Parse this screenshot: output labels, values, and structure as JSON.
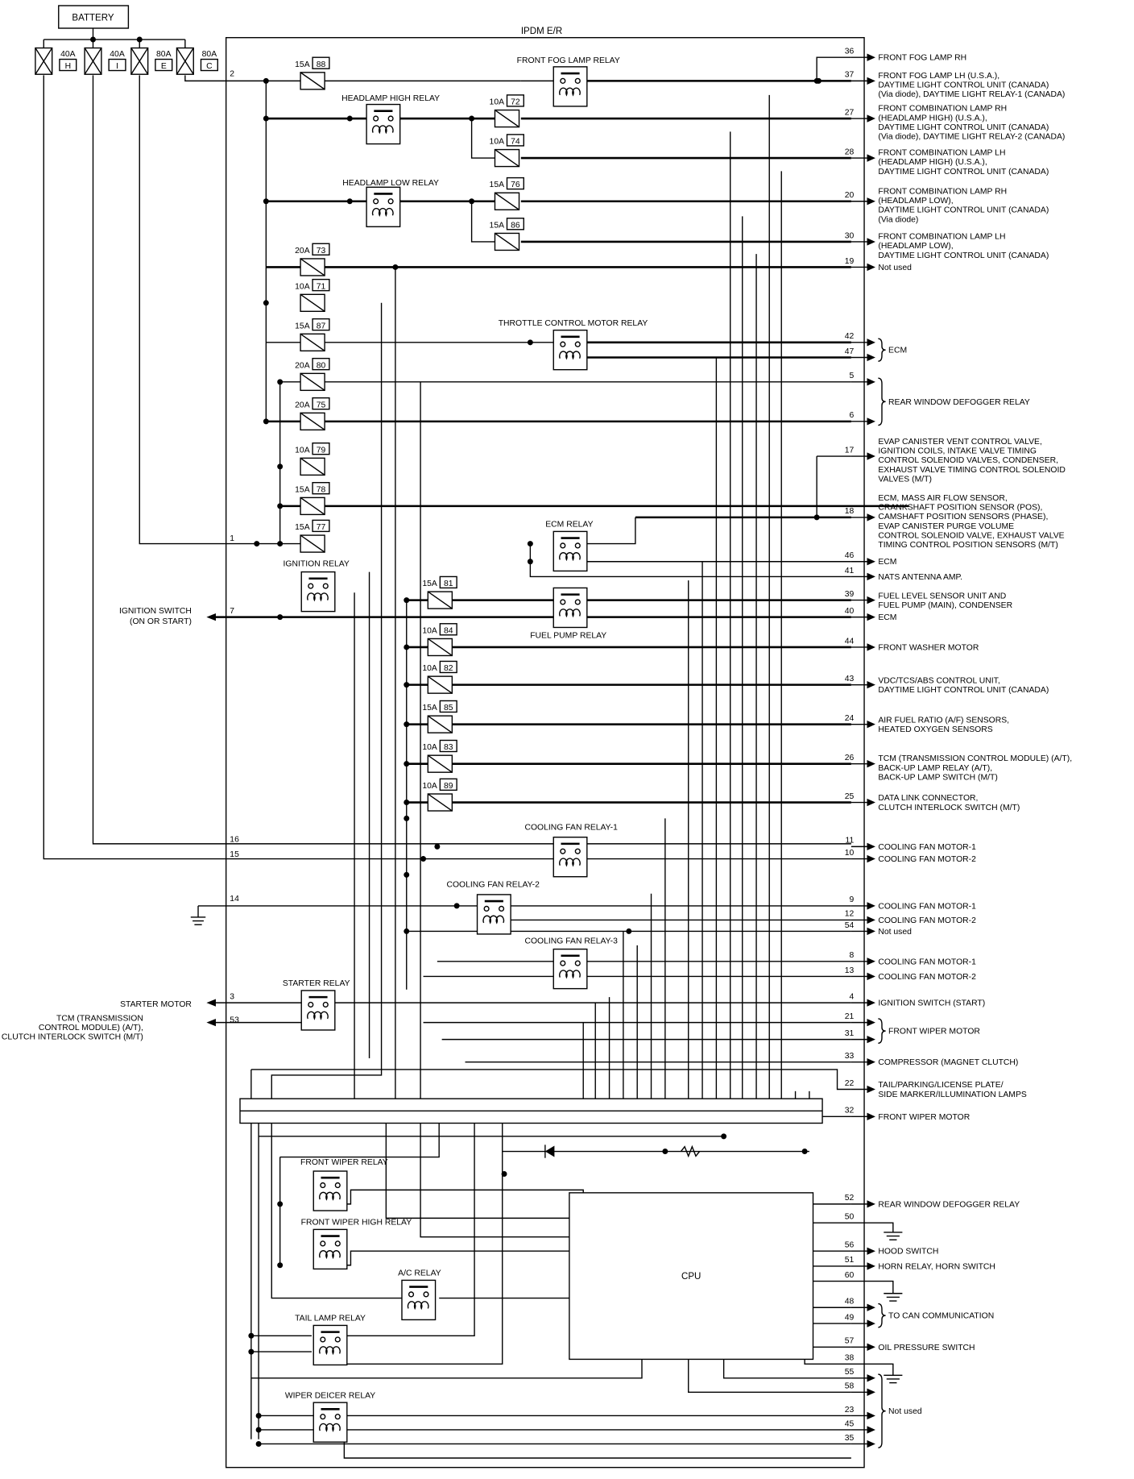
{
  "module_title": "IPDM E/R",
  "battery": {
    "label": "BATTERY"
  },
  "main_fuses": [
    {
      "rating": "40A",
      "id": "H"
    },
    {
      "rating": "40A",
      "id": "I"
    },
    {
      "rating": "80A",
      "id": "E"
    },
    {
      "rating": "80A",
      "id": "C"
    }
  ],
  "fuses": [
    {
      "rating": "15A",
      "id": "88"
    },
    {
      "rating": "10A",
      "id": "72"
    },
    {
      "rating": "10A",
      "id": "74"
    },
    {
      "rating": "15A",
      "id": "76"
    },
    {
      "rating": "15A",
      "id": "86"
    },
    {
      "rating": "20A",
      "id": "73"
    },
    {
      "rating": "10A",
      "id": "71"
    },
    {
      "rating": "15A",
      "id": "87"
    },
    {
      "rating": "20A",
      "id": "80"
    },
    {
      "rating": "20A",
      "id": "75"
    },
    {
      "rating": "10A",
      "id": "79"
    },
    {
      "rating": "15A",
      "id": "78"
    },
    {
      "rating": "15A",
      "id": "77"
    },
    {
      "rating": "15A",
      "id": "81"
    },
    {
      "rating": "10A",
      "id": "84"
    },
    {
      "rating": "10A",
      "id": "82"
    },
    {
      "rating": "15A",
      "id": "85"
    },
    {
      "rating": "10A",
      "id": "83"
    },
    {
      "rating": "10A",
      "id": "89"
    }
  ],
  "relays": [
    "FRONT FOG LAMP RELAY",
    "HEADLAMP HIGH RELAY",
    "HEADLAMP LOW RELAY",
    "THROTTLE CONTROL MOTOR RELAY",
    "ECM RELAY",
    "IGNITION RELAY",
    "FUEL PUMP RELAY",
    "COOLING FAN RELAY-1",
    "COOLING FAN RELAY-2",
    "COOLING FAN RELAY-3",
    "STARTER RELAY",
    "FRONT WIPER RELAY",
    "FRONT WIPER HIGH RELAY",
    "A/C RELAY",
    "TAIL LAMP RELAY",
    "WIPER DEICER RELAY"
  ],
  "cpu_label": "CPU",
  "left_terminals": [
    {
      "pin": "2"
    },
    {
      "pin": "1"
    },
    {
      "pin": "7"
    },
    {
      "pin": "16"
    },
    {
      "pin": "15"
    },
    {
      "pin": "14"
    },
    {
      "pin": "3"
    },
    {
      "pin": "53"
    }
  ],
  "left_destinations": [
    "IGNITION SWITCH",
    "(ON OR START)",
    "STARTER MOTOR",
    "TCM (TRANSMISSION",
    "CONTROL MODULE) (A/T),",
    "CLUTCH INTERLOCK SWITCH (M/T)"
  ],
  "right_terminals": [
    {
      "pin": "36",
      "text": [
        "FRONT FOG LAMP RH"
      ]
    },
    {
      "pin": "37",
      "text": [
        "FRONT FOG LAMP LH (U.S.A.),",
        "DAYTIME LIGHT CONTROL UNIT (CANADA)",
        "(Via diode), DAYTIME LIGHT RELAY-1 (CANADA)"
      ]
    },
    {
      "pin": "27",
      "text": [
        "FRONT COMBINATION LAMP RH",
        "(HEADLAMP HIGH) (U.S.A.),",
        "DAYTIME LIGHT CONTROL UNIT (CANADA)",
        "(Via diode), DAYTIME LIGHT RELAY-2 (CANADA)"
      ]
    },
    {
      "pin": "28",
      "text": [
        "FRONT COMBINATION LAMP LH",
        "(HEADLAMP HIGH) (U.S.A.),",
        "DAYTIME LIGHT CONTROL UNIT (CANADA)"
      ]
    },
    {
      "pin": "20",
      "text": [
        "FRONT COMBINATION LAMP RH",
        "(HEADLAMP LOW),",
        "DAYTIME LIGHT CONTROL UNIT (CANADA)",
        "(Via diode)"
      ]
    },
    {
      "pin": "30",
      "text": [
        "FRONT COMBINATION LAMP LH",
        "(HEADLAMP LOW),",
        "DAYTIME LIGHT CONTROL UNIT (CANADA)"
      ]
    },
    {
      "pin": "19",
      "text": [
        "Not used"
      ]
    },
    {
      "pin": "42",
      "text": []
    },
    {
      "pin": "47",
      "text": []
    },
    {
      "pin": "5",
      "text": []
    },
    {
      "pin": "6",
      "text": []
    },
    {
      "pin": "17",
      "text": [
        "EVAP CANISTER VENT CONTROL VALVE,",
        "IGNITION COILS, INTAKE VALVE TIMING",
        "CONTROL SOLENOID VALVES, CONDENSER,",
        "EXHAUST VALVE TIMING CONTROL SOLENOID",
        "VALVES (M/T)"
      ]
    },
    {
      "pin": "18",
      "text": [
        "ECM, MASS AIR FLOW SENSOR,",
        "CRANKSHAFT POSITION SENSOR (POS),",
        "CAMSHAFT POSITION SENSORS (PHASE),",
        "EVAP CANISTER PURGE VOLUME",
        "CONTROL SOLENOID VALVE, EXHAUST VALVE",
        "TIMING CONTROL POSITION SENSORS (M/T)"
      ]
    },
    {
      "pin": "46",
      "text": [
        "ECM"
      ]
    },
    {
      "pin": "41",
      "text": [
        "NATS ANTENNA AMP."
      ]
    },
    {
      "pin": "39",
      "text": [
        "FUEL LEVEL SENSOR UNIT AND",
        "FUEL PUMP (MAIN), CONDENSER"
      ]
    },
    {
      "pin": "40",
      "text": [
        "ECM"
      ]
    },
    {
      "pin": "44",
      "text": [
        "FRONT WASHER MOTOR"
      ]
    },
    {
      "pin": "43",
      "text": [
        "VDC/TCS/ABS CONTROL UNIT,",
        "DAYTIME LIGHT CONTROL UNIT (CANADA)"
      ]
    },
    {
      "pin": "24",
      "text": [
        "AIR FUEL RATIO (A/F) SENSORS,",
        "HEATED OXYGEN SENSORS"
      ]
    },
    {
      "pin": "26",
      "text": [
        "TCM (TRANSMISSION CONTROL MODULE) (A/T),",
        "BACK-UP LAMP RELAY (A/T),",
        "BACK-UP LAMP SWITCH (M/T)"
      ]
    },
    {
      "pin": "25",
      "text": [
        "DATA LINK CONNECTOR,",
        "CLUTCH INTERLOCK SWITCH (M/T)"
      ]
    },
    {
      "pin": "11",
      "text": [
        "COOLING FAN MOTOR-1"
      ]
    },
    {
      "pin": "10",
      "text": [
        "COOLING FAN MOTOR-2"
      ]
    },
    {
      "pin": "9",
      "text": [
        "COOLING FAN MOTOR-1"
      ]
    },
    {
      "pin": "12",
      "text": [
        "COOLING FAN MOTOR-2"
      ]
    },
    {
      "pin": "54",
      "text": [
        "Not used"
      ]
    },
    {
      "pin": "8",
      "text": [
        "COOLING FAN MOTOR-1"
      ]
    },
    {
      "pin": "13",
      "text": [
        "COOLING FAN MOTOR-2"
      ]
    },
    {
      "pin": "4",
      "text": [
        "IGNITION SWITCH (START)"
      ]
    },
    {
      "pin": "21",
      "text": []
    },
    {
      "pin": "31",
      "text": []
    },
    {
      "pin": "33",
      "text": [
        "COMPRESSOR (MAGNET CLUTCH)"
      ]
    },
    {
      "pin": "22",
      "text": [
        "TAIL/PARKING/LICENSE PLATE/",
        "SIDE MARKER/ILLUMINATION LAMPS"
      ]
    },
    {
      "pin": "32",
      "text": [
        "FRONT WIPER MOTOR"
      ]
    },
    {
      "pin": "52",
      "text": [
        "REAR WINDOW DEFOGGER RELAY"
      ]
    },
    {
      "pin": "50",
      "text": []
    },
    {
      "pin": "56",
      "text": [
        "HOOD SWITCH"
      ]
    },
    {
      "pin": "51",
      "text": [
        "HORN RELAY, HORN SWITCH"
      ]
    },
    {
      "pin": "60",
      "text": []
    },
    {
      "pin": "48",
      "text": []
    },
    {
      "pin": "49",
      "text": []
    },
    {
      "pin": "57",
      "text": [
        "OIL PRESSURE SWITCH"
      ]
    },
    {
      "pin": "38",
      "text": []
    },
    {
      "pin": "55",
      "text": []
    },
    {
      "pin": "58",
      "text": []
    },
    {
      "pin": "23",
      "text": []
    },
    {
      "pin": "45",
      "text": []
    },
    {
      "pin": "35",
      "text": []
    }
  ],
  "groups": [
    {
      "pins": [
        "42",
        "47"
      ],
      "label": "ECM"
    },
    {
      "pins": [
        "5",
        "6"
      ],
      "label": "REAR WINDOW DEFOGGER RELAY"
    },
    {
      "pins": [
        "21",
        "31"
      ],
      "label": "FRONT WIPER MOTOR"
    },
    {
      "pins": [
        "48",
        "49"
      ],
      "label": "TO CAN COMMUNICATION"
    },
    {
      "pins": [
        "55",
        "58",
        "23",
        "45",
        "35"
      ],
      "label": "Not used"
    }
  ],
  "ground_pins": [
    "50",
    "60",
    "38"
  ],
  "ground_left": "14"
}
